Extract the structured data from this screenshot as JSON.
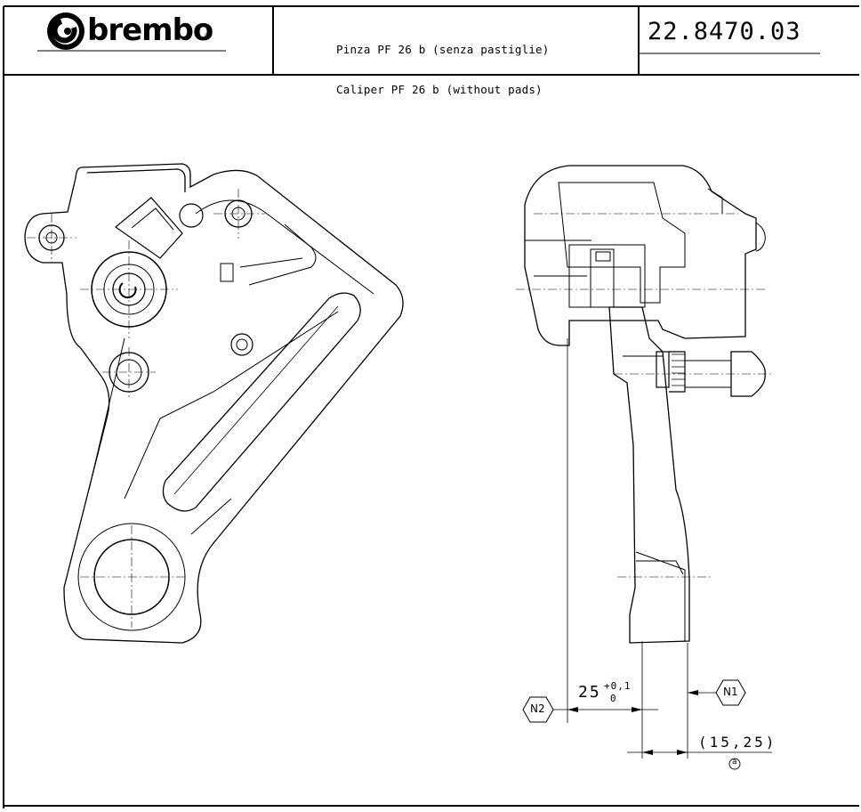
{
  "title_block": {
    "brand": "brembo",
    "registered_mark": "®",
    "description_it": "Pinza PF 26 b (senza pastiglie)",
    "description_en": "Caliper PF 26 b (without pads)",
    "part_number": "22.8470.03"
  },
  "dimensions": {
    "main_value": "25",
    "tolerance_upper": "+0,1",
    "tolerance_lower": "0",
    "reference_value": "(15,25)",
    "reference_note": "a"
  },
  "references": {
    "n1": "N1",
    "n2": "N2"
  },
  "icons": {
    "logo": "brembo-logo-icon"
  }
}
